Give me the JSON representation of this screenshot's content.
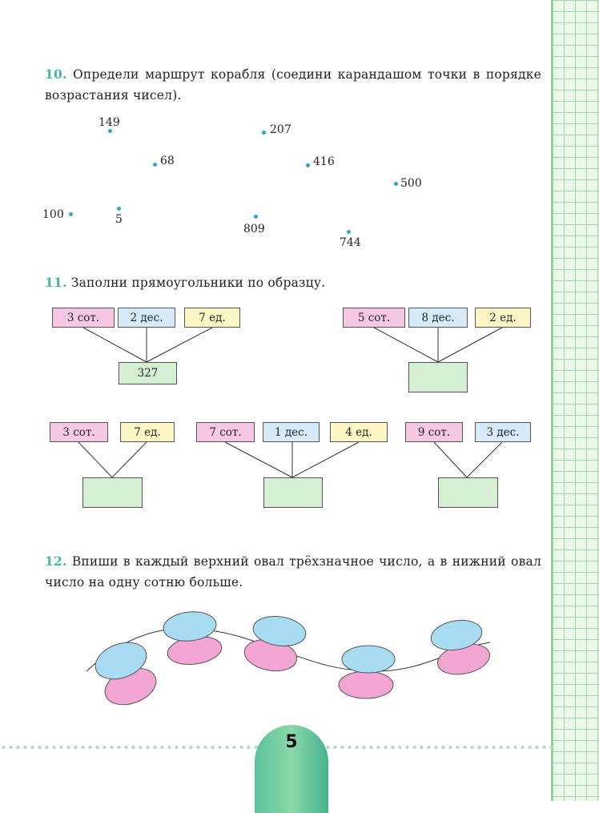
{
  "task10": {
    "number": "10.",
    "text": "Определи маршрут корабля (соедини карандашом точки в порядке возрастания чисел).",
    "points": [
      "149",
      "207",
      "68",
      "416",
      "500",
      "100",
      "5",
      "809",
      "744"
    ]
  },
  "task11": {
    "number": "11.",
    "text": "Заполни прямоугольники по образцу.",
    "groups": [
      {
        "boxes": [
          "3 сот.",
          "2 дес.",
          "7 ед."
        ],
        "result": "327"
      },
      {
        "boxes": [
          "5 сот.",
          "8 дес.",
          "2 ед."
        ],
        "result": ""
      },
      {
        "boxes": [
          "3 сот.",
          "7 ед."
        ],
        "result": ""
      },
      {
        "boxes": [
          "7 сот.",
          "1 дес.",
          "4 ед."
        ],
        "result": ""
      },
      {
        "boxes": [
          "9 сот.",
          "3 дес."
        ],
        "result": ""
      }
    ]
  },
  "task12": {
    "number": "12.",
    "text": "Впиши в каждый верхний овал трёхзначное число, а в нижний овал число на одну сотню больше."
  },
  "colors": {
    "accent": "#46b6a6",
    "oval_top": "#a8dcf3",
    "oval_bottom": "#f3a6d3",
    "point": "#2aa8cc"
  },
  "page_number": "5"
}
